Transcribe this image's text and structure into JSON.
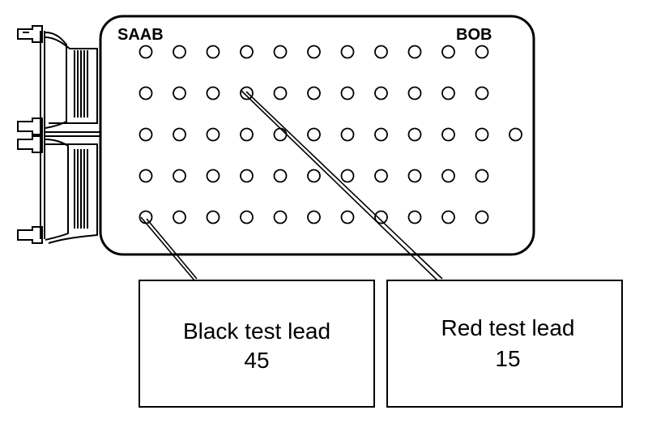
{
  "board": {
    "brand_left": "SAAB",
    "brand_right": "BOB",
    "rows": [
      11,
      11,
      12,
      11,
      11
    ]
  },
  "callouts": [
    {
      "label": "Black test lead",
      "pin": "45"
    },
    {
      "label": "Red test lead",
      "pin": "15"
    }
  ],
  "colors": {
    "line": "#000000",
    "background": "#ffffff"
  }
}
